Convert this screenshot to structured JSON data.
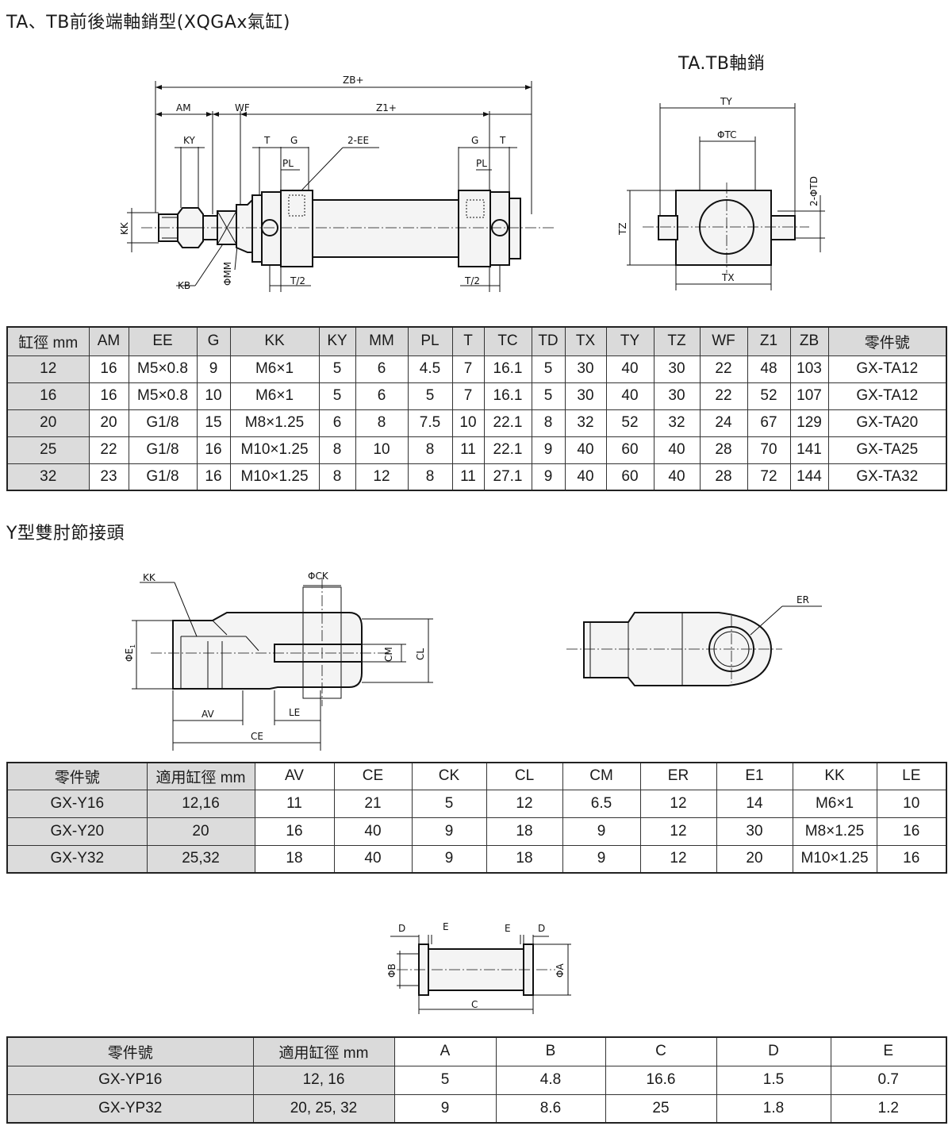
{
  "section1": {
    "title": "TA、TB前後端軸銷型(XQGAx氣缸)",
    "pin_title": "TA.TB軸銷",
    "labels": {
      "zb": "ZB+",
      "am": "AM",
      "wf": "WF",
      "z1": "Z1+",
      "ky": "KY",
      "t": "T",
      "g": "G",
      "ee": "2-EE",
      "pl": "PL",
      "kk": "KK",
      "kb": "KB",
      "mm": "ΦMM",
      "t2": "T/2",
      "ty": "TY",
      "tc": "ΦTC",
      "td": "2-ΦTD",
      "tz": "TZ",
      "tx": "TX"
    },
    "table": {
      "headers": [
        "缸徑 mm",
        "AM",
        "EE",
        "G",
        "KK",
        "KY",
        "MM",
        "PL",
        "T",
        "TC",
        "TD",
        "TX",
        "TY",
        "TZ",
        "WF",
        "Z1",
        "ZB",
        "零件號"
      ],
      "rows": [
        [
          "12",
          "16",
          "M5×0.8",
          "9",
          "M6×1",
          "5",
          "6",
          "4.5",
          "7",
          "16.1",
          "5",
          "30",
          "40",
          "30",
          "22",
          "48",
          "103",
          "GX-TA12"
        ],
        [
          "16",
          "16",
          "M5×0.8",
          "10",
          "M6×1",
          "5",
          "6",
          "5",
          "7",
          "16.1",
          "5",
          "30",
          "40",
          "30",
          "22",
          "52",
          "107",
          "GX-TA12"
        ],
        [
          "20",
          "20",
          "G1/8",
          "15",
          "M8×1.25",
          "6",
          "8",
          "7.5",
          "10",
          "22.1",
          "8",
          "32",
          "52",
          "32",
          "24",
          "67",
          "129",
          "GX-TA20"
        ],
        [
          "25",
          "22",
          "G1/8",
          "16",
          "M10×1.25",
          "8",
          "10",
          "8",
          "11",
          "22.1",
          "9",
          "40",
          "60",
          "40",
          "28",
          "70",
          "141",
          "GX-TA25"
        ],
        [
          "32",
          "23",
          "G1/8",
          "16",
          "M10×1.25",
          "8",
          "12",
          "8",
          "11",
          "27.1",
          "9",
          "40",
          "60",
          "40",
          "28",
          "72",
          "144",
          "GX-TA32"
        ]
      ]
    }
  },
  "section2": {
    "title": "Y型雙肘節接頭",
    "labels": {
      "kk": "KK",
      "ck": "ΦCK",
      "e1": "ΦE",
      "e1_sub": "1",
      "cm": "CM",
      "cl": "CL",
      "av": "AV",
      "le": "LE",
      "ce": "CE",
      "er": "ER"
    },
    "table": {
      "headers": [
        "零件號",
        "適用缸徑 mm",
        "AV",
        "CE",
        "CK",
        "CL",
        "CM",
        "ER",
        "E1",
        "KK",
        "LE"
      ],
      "rows": [
        [
          "GX-Y16",
          "12,16",
          "11",
          "21",
          "5",
          "12",
          "6.5",
          "12",
          "14",
          "M6×1",
          "10"
        ],
        [
          "GX-Y20",
          "20",
          "16",
          "40",
          "9",
          "18",
          "9",
          "12",
          "30",
          "M8×1.25",
          "16"
        ],
        [
          "GX-Y32",
          "25,32",
          "18",
          "40",
          "9",
          "18",
          "9",
          "12",
          "20",
          "M10×1.25",
          "16"
        ]
      ]
    }
  },
  "section3": {
    "labels": {
      "d": "D",
      "e": "E",
      "b": "ΦB",
      "a": "ΦA",
      "c": "C"
    },
    "table": {
      "headers": [
        "零件號",
        "適用缸徑 mm",
        "A",
        "B",
        "C",
        "D",
        "E"
      ],
      "rows": [
        [
          "GX-YP16",
          "12, 16",
          "5",
          "4.8",
          "16.6",
          "1.5",
          "0.7"
        ],
        [
          "GX-YP32",
          "20, 25, 32",
          "9",
          "8.6",
          "25",
          "1.8",
          "1.2"
        ]
      ]
    }
  }
}
